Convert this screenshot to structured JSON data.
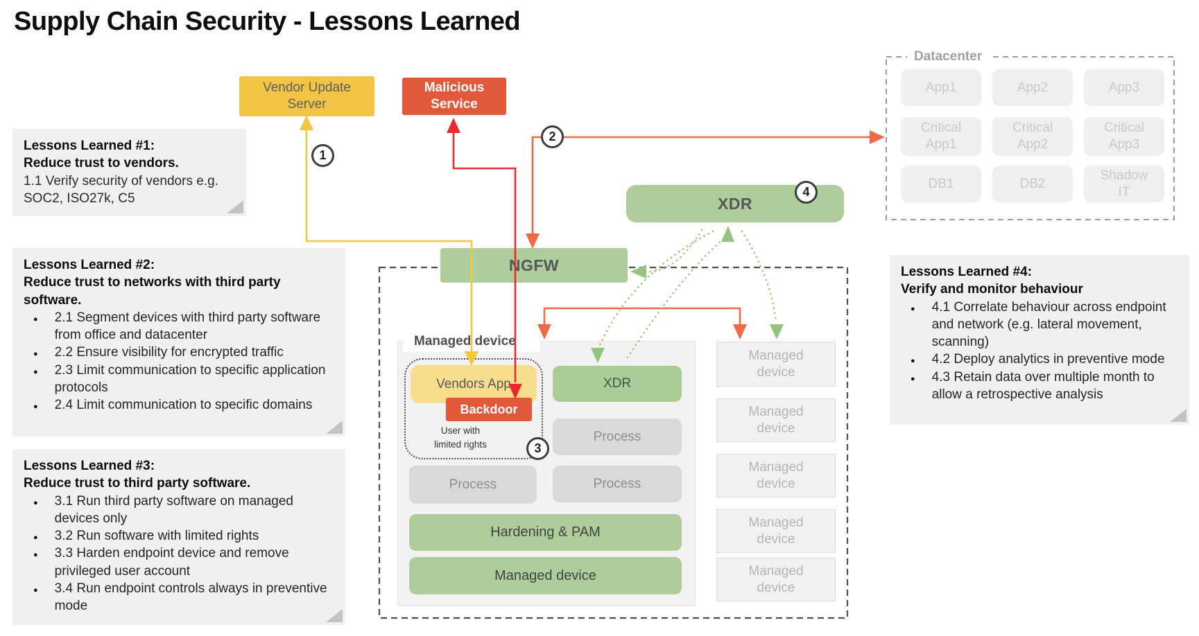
{
  "title": "Supply Chain Security - Lessons Learned",
  "colors": {
    "green_box": "#afcc9b",
    "vendor_yellow": "#f2c444",
    "pale_yellow": "#f8dd8e",
    "malicious_red": "#e2583b",
    "arrow_red": "#ea2a2c",
    "arrow_orange": "#ed6a45",
    "arrow_yellow": "#f5c642",
    "dotted_green": "#94c47d",
    "note_grey": "#f0f0f0"
  },
  "steps": {
    "s1": "1",
    "s2": "2",
    "s3": "3",
    "s4": "4"
  },
  "nodes": {
    "vendor_update_server": "Vendor Update Server",
    "malicious_service": "Malicious Service",
    "ngfw": "NGFW",
    "xdr": "XDR",
    "endpoint_xdr": "XDR",
    "vendors_app": "Vendors App",
    "backdoor": "Backdoor",
    "user_line1": "User with",
    "user_line2": "limited rights",
    "process": "Process",
    "hardening_pam": "Hardening & PAM",
    "managed_device": "Managed device",
    "managed_device_container_label": "Managed device"
  },
  "datacenter": {
    "label": "Datacenter",
    "cells": [
      "App1",
      "App2",
      "App3",
      "Critical App1",
      "Critical App2",
      "Critical App3",
      "DB1",
      "DB2",
      "Shadow IT"
    ]
  },
  "managed_column": [
    "Managed device",
    "Managed device",
    "Managed device",
    "Managed device",
    "Managed device"
  ],
  "notes": [
    {
      "title": "Lessons Learned #1:",
      "subtitle": "Reduce trust to vendors.",
      "body": "1.1 Verify security of vendors e.g. SOC2, ISO27k, C5",
      "bullets": []
    },
    {
      "title": "Lessons Learned #2:",
      "subtitle": "Reduce trust to networks with third party software.",
      "bullets": [
        "2.1 Segment devices with third party software from office and datacenter",
        "2.2 Ensure visibility for encrypted traffic",
        "2.3 Limit communication to specific application protocols",
        "2.4 Limit communication to specific domains"
      ]
    },
    {
      "title": "Lessons Learned #3:",
      "subtitle": "Reduce trust to third party software.",
      "bullets": [
        "3.1 Run third party software on managed devices only",
        "3.2 Run software with limited rights",
        "3.3 Harden endpoint device and remove privileged user account",
        "3.4 Run endpoint controls always in preventive mode"
      ]
    },
    {
      "title": "Lessons Learned #4:",
      "subtitle": "Verify and monitor behaviour",
      "bullets": [
        "4.1 Correlate behaviour across endpoint and network (e.g. lateral movement, scanning)",
        "4.2 Deploy analytics in preventive mode",
        "4.3 Retain data over multiple month to allow a retrospective analysis"
      ]
    }
  ]
}
